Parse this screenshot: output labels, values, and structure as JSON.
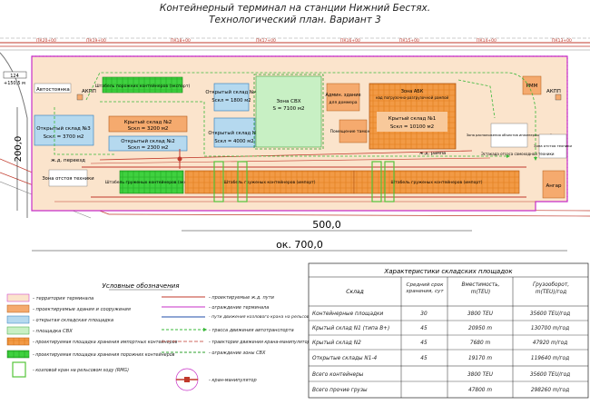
{
  "title": {
    "line1": "Контейнерный терминал на станции Нижний Бестях.",
    "line2": "Технологический план. Вариант 3"
  },
  "plan": {
    "pk_labels": [
      "ПК20+00",
      "ПК19+00",
      "ПК18+00",
      "ПК17+00",
      "ПК16+00",
      "ПК15+00",
      "ПК14+00",
      "ПК13+00"
    ],
    "elevation_left": "+150,5 м",
    "elevation_tag": "124",
    "labels": {
      "avtostoyanka": "Автостоянка",
      "akpp_left": "АКПП",
      "akpp_right": "АКПП",
      "shtabel_top": "Штабель порожних контейнеров (экспорт)",
      "open4_name": "Открытый склад №4",
      "open4_area": "Sскл = 1800 м2",
      "svh_name": "Зона СВХ",
      "svh_area": "S = 7100 м2",
      "admin": "Админ. здание",
      "admin_sub": "для доммера",
      "zona_ask": "Зона АБК",
      "zona_ask_sub": "над погрузочно-разгрузочной рампой",
      "rmm": "РММ",
      "open3_name": "Открытый склад №3",
      "open3_area": "Sскл = 3700 м2",
      "covered2_name": "Крытый склад №2",
      "covered2_area": "Sскл = 3200 м2",
      "open1_name": "Открытый склад №1",
      "open1_area": "Sскл = 4000 м2",
      "open2_name": "Открытый склад №2",
      "open2_area": "Sскл = 2300 м2",
      "customs": "Помещение таможни",
      "covered1_name": "Крытый склад №1",
      "covered1_area": "Sскл = 10100 м2",
      "zona_right": "Зона расположения объектов инженерных сетей",
      "zona_otstoya_right": "Зона отстоя техники",
      "rail_ramp": "ж.д. рампа",
      "estakada": "Эстакада отсоса самоходной техники",
      "rail_crossing": "ж.д. переезд",
      "zona_otstoya_left": "Зона отстоя техники",
      "shtabel_export": "Штабель груженых контейнеров (экспорт)",
      "shtabel_import_left": "Штабель груженых контейнеров (импорт)",
      "shtabel_import_right": "Штабель груженых контейнеров (импорт)",
      "angar": "Ангар",
      "dim_200": "200,0",
      "dim_500": "500,0",
      "dim_700": "ок. 700,0"
    }
  },
  "legend": {
    "title": "Условные обозначения",
    "items_left": [
      {
        "label": "- территория терминала",
        "color": "#fbe4cc"
      },
      {
        "label": "- проектируемые здания и сооружения",
        "color": "#f5aa6e"
      },
      {
        "label": "- открытая складская площадка",
        "color": "#b5d9ef"
      },
      {
        "label": "- площадка СВХ",
        "color": "#c8f0c4"
      },
      {
        "label": "- проектируемая площадка хранения импортных контейнеров",
        "color": "#ee8a1e"
      },
      {
        "label": "- проектируемая площадка хранения порожних контейнеров",
        "color": "#2ecc2e"
      },
      {
        "label": "- козловой кран на рельсовом ходу (RMG)",
        "color": "#7fd34a"
      }
    ],
    "items_right": [
      {
        "label": "- проектируемые ж.д. пути"
      },
      {
        "label": "- ограждение терминала"
      },
      {
        "label": "- пути движения козлового крана на рельсовом ходу (RMG)"
      },
      {
        "label": "- трасса движения автотранспорта"
      },
      {
        "label": "- траектория движения крана-манипулятора"
      },
      {
        "label": "- ограждение зоны СВХ"
      },
      {
        "label": "- кран-манипулятор"
      }
    ]
  },
  "table": {
    "title": "Характеристики складских площадок",
    "headers": [
      "Склад",
      "Средний срок хранения, сут",
      "Вместимость, m(TEU)",
      "Грузооборот, m(TEU)/год"
    ],
    "rows": [
      [
        "Контейнерные площадки",
        "30",
        "3800 TEU",
        "35600 TEU/год"
      ],
      [
        "Крытый склад N1 (типа B+)",
        "45",
        "20950 m",
        "130700 m/год"
      ],
      [
        "Крытый склад N2",
        "45",
        "7680 m",
        "47920 m/год"
      ],
      [
        "Открытые склады N1-4",
        "45",
        "19170 m",
        "119640 m/год"
      ],
      [
        "Всего контейнеры",
        "",
        "3800 TEU",
        "35600 TEU/год"
      ],
      [
        "Всего прочие грузы",
        "",
        "47800 m",
        "298260 m/год"
      ]
    ]
  }
}
